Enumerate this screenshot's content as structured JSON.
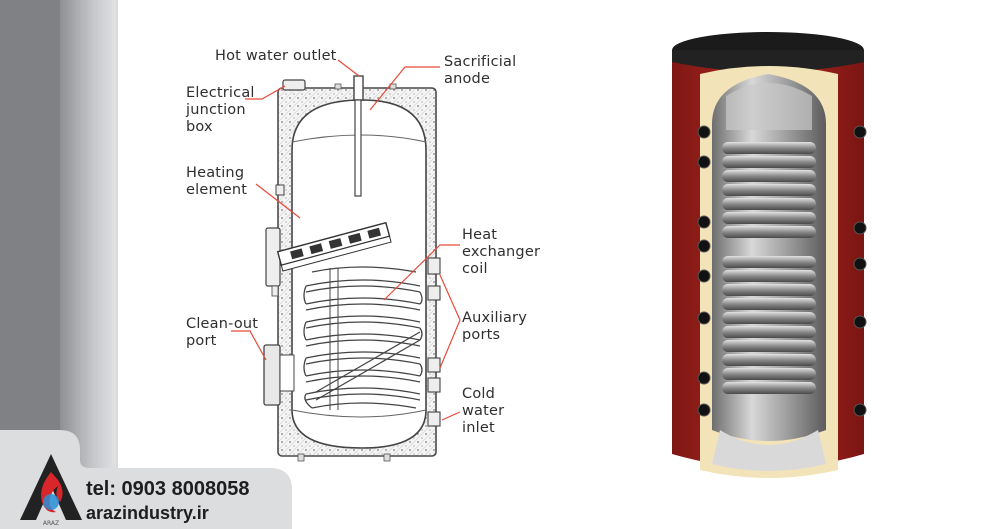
{
  "labels": {
    "hot_water_outlet": "Hot water outlet",
    "electrical_junction_box": [
      "Electrical",
      "junction",
      "box"
    ],
    "sacrificial_anode": [
      "Sacrificial",
      "anode"
    ],
    "heating_element": [
      "Heating",
      "element"
    ],
    "heat_exchanger_coil": [
      "Heat",
      "exchanger",
      "coil"
    ],
    "auxiliary_ports": [
      "Auxiliary",
      "ports"
    ],
    "clean_out_port": [
      "Clean-out",
      "port"
    ],
    "cold_water_inlet": [
      "Cold",
      "water",
      "inlet"
    ]
  },
  "contact": {
    "phone": "tel: 0903 8008058",
    "website": "arazindustry.ir"
  },
  "colors": {
    "leader_line": "#e84b3a",
    "outer_shell": "#b52a25",
    "insulation": "#f3e3b8",
    "steel": "#9a9a9a",
    "brand_red": "#d8262b"
  },
  "icons": [
    "araz-logo"
  ]
}
